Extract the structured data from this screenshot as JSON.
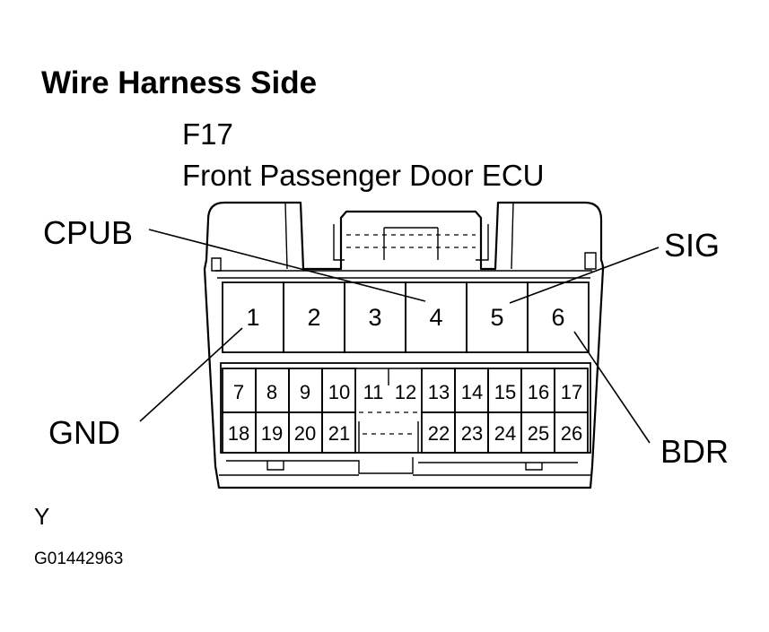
{
  "title": "Wire Harness Side",
  "connector_code": "F17",
  "connector_name": "Front Passenger Door ECU",
  "callouts": {
    "cpub": "CPUB",
    "sig": "SIG",
    "gnd": "GND",
    "bdr": "BDR"
  },
  "pins_large": [
    "1",
    "2",
    "3",
    "4",
    "5",
    "6"
  ],
  "pins_upper": [
    "7",
    "8",
    "9",
    "10",
    "11",
    "12",
    "13",
    "14",
    "15",
    "16",
    "17"
  ],
  "pins_lower_left": [
    "18",
    "19",
    "20",
    "21"
  ],
  "pins_lower_right": [
    "22",
    "23",
    "24",
    "25",
    "26"
  ],
  "footer_letter": "Y",
  "figure_code": "G01442963"
}
